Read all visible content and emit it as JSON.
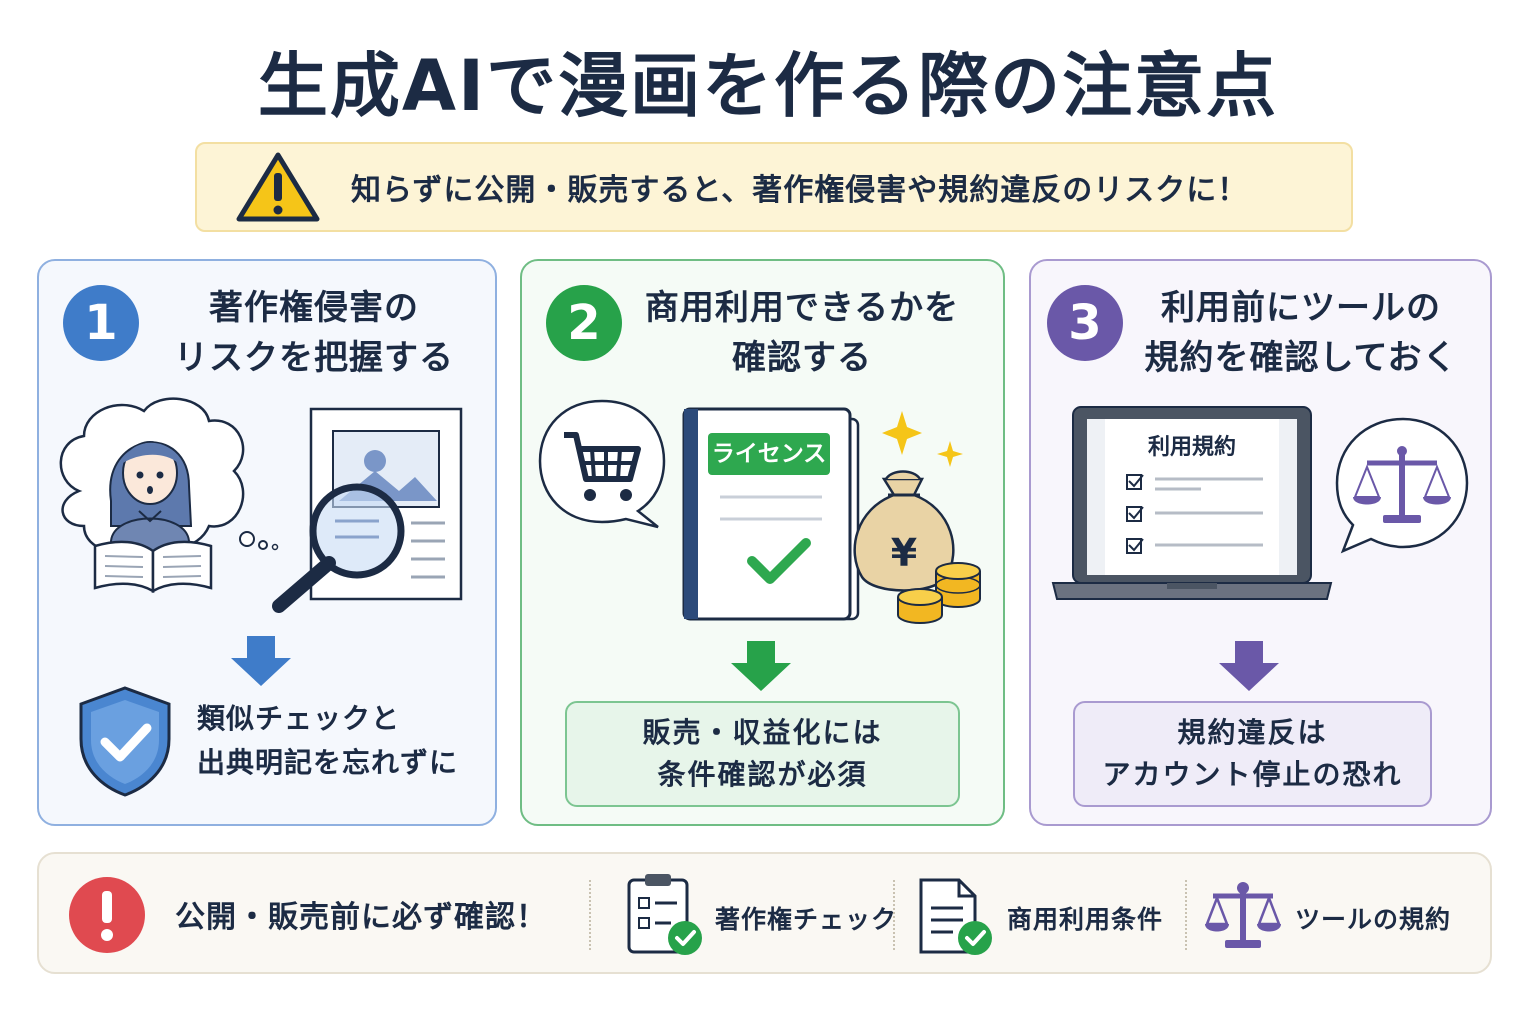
{
  "header": {
    "title": "生成AIで漫画を作る際の注意点",
    "warning": "知らずに公開・販売すると、著作権侵害や規約違反のリスクに！"
  },
  "cards": [
    {
      "number": "1",
      "title_line1": "著作権侵害の",
      "title_line2": "リスクを把握する",
      "result_line1": "類似チェックと",
      "result_line2": "出典明記を忘れずに"
    },
    {
      "number": "2",
      "title_line1": "商用利用できるかを",
      "title_line2": "確認する",
      "license_label": "ライセンス",
      "yen_symbol": "¥",
      "result_line1": "販売・収益化には",
      "result_line2": "条件確認が必須"
    },
    {
      "number": "3",
      "title_line1": "利用前にツールの",
      "title_line2": "規約を確認しておく",
      "terms_label": "利用規約",
      "result_line1": "規約違反は",
      "result_line2": "アカウント停止の恐れ"
    }
  ],
  "footer": {
    "alert": "公開・販売前に必ず確認！",
    "items": [
      {
        "label": "著作権チェック",
        "icon": "clipboard-check-icon"
      },
      {
        "label": "商用利用条件",
        "icon": "document-check-icon"
      },
      {
        "label": "ツールの規約",
        "icon": "scales-icon"
      }
    ]
  },
  "colors": {
    "navy": "#1c2b44",
    "blue": "#3f7cc9",
    "green": "#27a24a",
    "purple": "#6a58a8",
    "warning_yellow": "#fdf4d6",
    "alert_red": "#e04a50"
  }
}
